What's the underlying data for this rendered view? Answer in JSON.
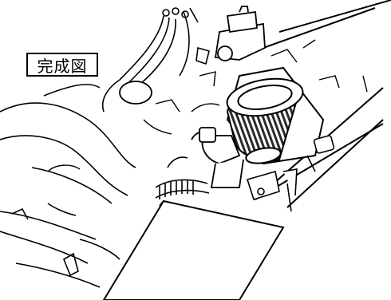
{
  "caption": {
    "text": "完成図"
  },
  "colors": {
    "ink": "#000000",
    "paper": "#ffffff",
    "filter_dark": "#2a2a2a"
  },
  "icons": [
    "air-filter",
    "engine-bay",
    "hose",
    "intake-pipe"
  ]
}
